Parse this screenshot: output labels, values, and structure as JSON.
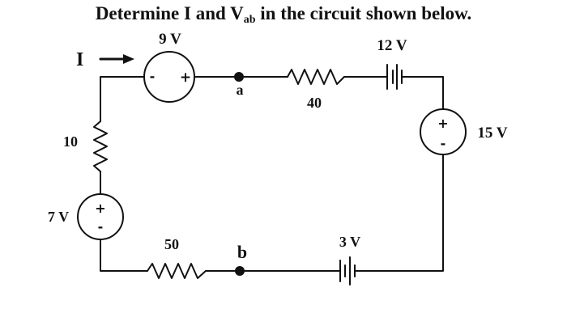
{
  "title": {
    "prefix": "Determine I and V",
    "subscript": "ab",
    "suffix": " in the circuit shown below."
  },
  "labels": {
    "current": "I",
    "source_top": "9 V",
    "node_a": "a",
    "resistor_top": "40",
    "battery_top": "12 V",
    "source_right": "15 V",
    "resistor_left": "10",
    "source_left": "7 V",
    "resistor_bottom": "50",
    "node_b": "b",
    "battery_bottom": "3 V"
  },
  "signs": {
    "plus": "+",
    "minus": "-"
  },
  "colors": {
    "ink": "#111111",
    "background": "#ffffff"
  }
}
